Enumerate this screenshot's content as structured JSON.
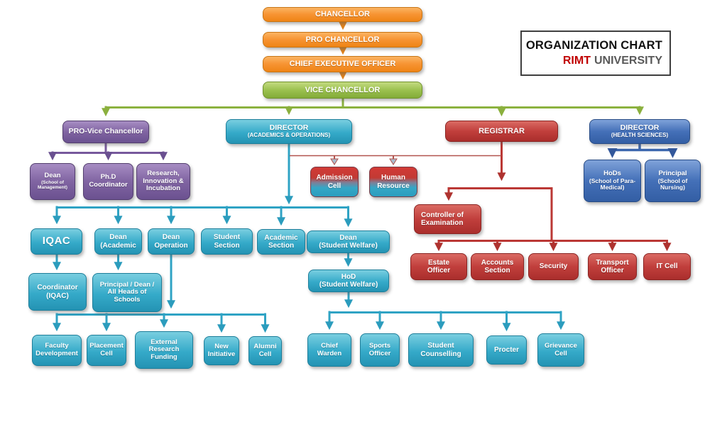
{
  "header": {
    "title": "ORGANIZATION CHART",
    "brand": "RIMT",
    "suffix": "UNIVERSITY"
  },
  "colors": {
    "orange": "#F6921E",
    "green": "#94BE4A",
    "purple": "#8064A2",
    "teal": "#31AAC8",
    "red": "#C13F3C",
    "blue": "#4470B8",
    "brand_red": "#C00000",
    "brand_gray": "#595959"
  },
  "nodes": {
    "chancellor": {
      "title": "CHANCELLOR"
    },
    "pro_chancellor": {
      "title": "PRO CHANCELLOR"
    },
    "chief_executive_officer": {
      "title": "CHIEF EXECUTIVE OFFICER"
    },
    "vice_chancellor": {
      "title": "VICE CHANCELLOR"
    },
    "pro_vice_chancellor": {
      "title": "PRO-Vice Chancellor"
    },
    "director_academics": {
      "title": "DIRECTOR",
      "subtitle": "(ACADEMICS & OPERATIONS)"
    },
    "registrar": {
      "title": "REGISTRAR"
    },
    "director_health": {
      "title": "DIRECTOR",
      "subtitle": "(HEALTH SCIENCES)"
    },
    "dean_management": {
      "title": "Dean",
      "subtitle": "(School of Management)"
    },
    "phd_coordinator": {
      "title": "Ph.D Coordinator"
    },
    "research_innovation": {
      "title": "Research, Innovation & Incubation"
    },
    "admission_cell": {
      "title": "Admission Cell"
    },
    "human_resource": {
      "title": "Human Resource"
    },
    "hods_para_medical": {
      "title": "HoDs",
      "subtitle": "(School of Para-Medical)"
    },
    "principal_nursing": {
      "title": "Principal",
      "subtitle": "(School of Nursing)"
    },
    "iqac": {
      "title": "IQAC"
    },
    "dean_academic": {
      "title": "Dean",
      "subtitle": "(Academic"
    },
    "dean_operation": {
      "title": "Dean",
      "subtitle": "Operation"
    },
    "student_section": {
      "title": "Student Section"
    },
    "academic_section": {
      "title": "Academic Section"
    },
    "dean_student_welfare": {
      "title": "Dean",
      "subtitle": "(Student Welfare)"
    },
    "controller_examination": {
      "title": "Controller of Examination"
    },
    "coordinator_iqac": {
      "title": "Coordinator (IQAC)"
    },
    "principal_dean_heads": {
      "title": "Principal / Dean / All Heads of Schools"
    },
    "hod_student_welfare": {
      "title": "HoD",
      "subtitle": "(Student Welfare)"
    },
    "estate_officer": {
      "title": "Estate Officer"
    },
    "accounts_section": {
      "title": "Accounts Section"
    },
    "security": {
      "title": "Security"
    },
    "transport_officer": {
      "title": "Transport Officer"
    },
    "it_cell": {
      "title": "IT Cell"
    },
    "faculty_development": {
      "title": "Faculty Development"
    },
    "placement_cell": {
      "title": "Placement Cell"
    },
    "external_research_funding": {
      "title": "External Research Funding"
    },
    "new_initiative": {
      "title": "New Initiative"
    },
    "alumni_cell": {
      "title": "Alumni Cell"
    },
    "chief_warden": {
      "title": "Chief Warden"
    },
    "sports_officer": {
      "title": "Sports Officer"
    },
    "student_counselling": {
      "title": "Student Counselling"
    },
    "procter": {
      "title": "Procter"
    },
    "grievance_cell": {
      "title": "Grievance Cell"
    }
  }
}
